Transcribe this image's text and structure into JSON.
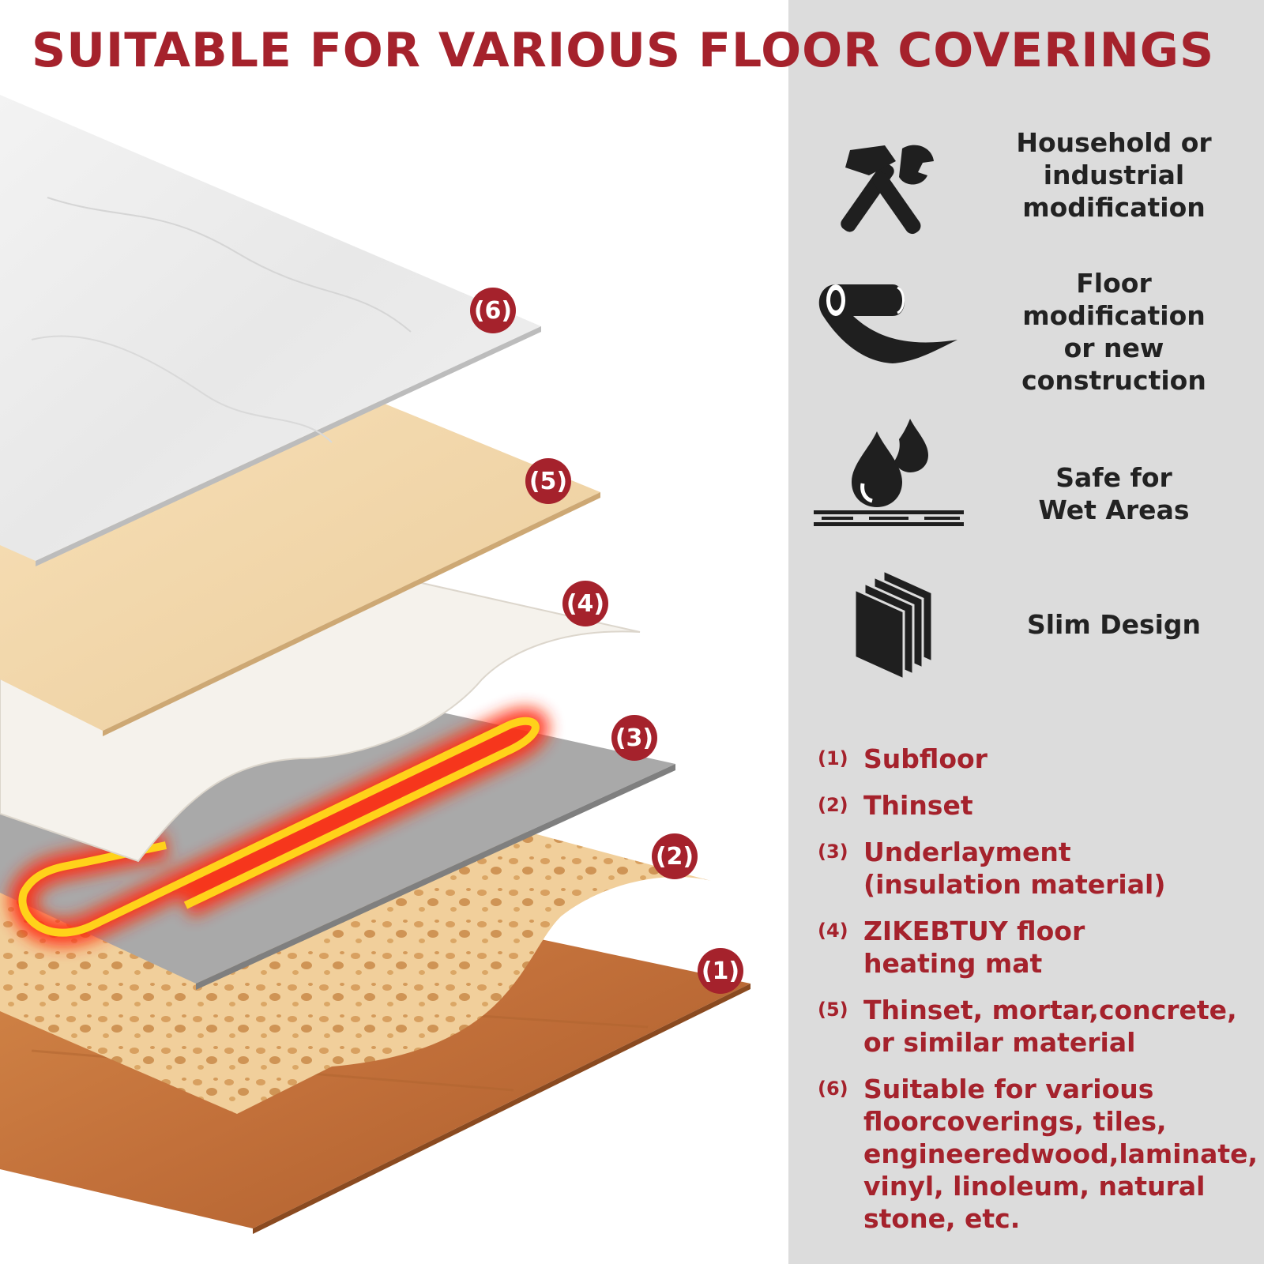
{
  "title": "SUITABLE FOR VARIOUS FLOOR COVERINGS",
  "colors": {
    "accent": "#a5222c",
    "panel_bg": "#dcdcdc",
    "icon": "#1f1f1f"
  },
  "layer_callouts": [
    "(6)",
    "(5)",
    "(4)",
    "(3)",
    "(2)",
    "(1)"
  ],
  "features": [
    {
      "icon": "hammer-wrench-icon",
      "label": "Household or\nindustrial\nmodification"
    },
    {
      "icon": "flooring-roll-icon",
      "label": "Floor\nmodification\nor new\nconstruction"
    },
    {
      "icon": "water-drops-icon",
      "label": "Safe for\nWet Areas"
    },
    {
      "icon": "stacked-sheets-icon",
      "label": "Slim Design"
    }
  ],
  "legend": [
    {
      "num": "(1)",
      "text": "Subfloor"
    },
    {
      "num": "(2)",
      "text": "Thinset"
    },
    {
      "num": "(3)",
      "text": "Underlayment\n(insulation material)"
    },
    {
      "num": "(4)",
      "text": "ZIKEBTUY floor\nheating mat"
    },
    {
      "num": "(5)",
      "text": "Thinset, mortar,concrete,\nor similar material"
    },
    {
      "num": "(6)",
      "text": "Suitable for various\nfloorcoverings, tiles,\nengineeredwood,laminate,\nvinyl, linoleum, natural\nstone, etc."
    }
  ]
}
